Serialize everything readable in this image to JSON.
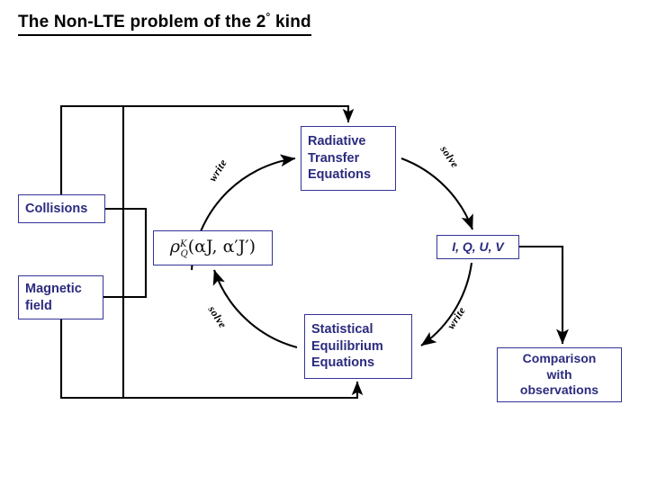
{
  "title": {
    "prefix": "The Non-LTE problem of the 2",
    "degree": "°",
    "suffix": " kind"
  },
  "colors": {
    "node_text": "#2B2B7F",
    "node_border": "#333399",
    "wire": "#000000",
    "background": "#ffffff"
  },
  "nodes": {
    "radiative_transfer": {
      "lines": [
        "Radiative",
        "Transfer",
        "Equations"
      ]
    },
    "collisions": {
      "lines": [
        "Collisions"
      ]
    },
    "magnetic_field": {
      "lines": [
        "Magnetic",
        "field"
      ]
    },
    "statistical_equilibrium": {
      "lines": [
        "Statistical",
        "Equilibrium",
        "Equations"
      ]
    },
    "stokes": {
      "lines": [
        "I, Q, U, V"
      ]
    },
    "comparison": {
      "lines": [
        "Comparison",
        "with",
        "observations"
      ]
    },
    "density_matrix": {
      "symbol": "ρ",
      "superscript": "K",
      "subscript": "Q",
      "argument": "(αJ, α′J′)",
      "full": "ρ^K_Q(αJ, α′J′)"
    }
  },
  "arc_labels": {
    "write_top_left": "write",
    "solve_top_right": "solve",
    "solve_bottom_left": "solve",
    "write_bottom_right": "write"
  }
}
